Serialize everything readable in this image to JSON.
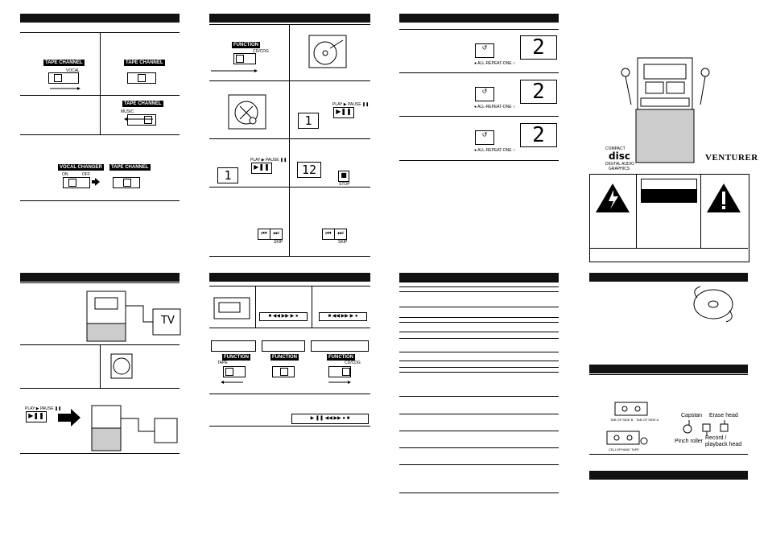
{
  "labels": {
    "tape_channel": "TAPE CHANNEL",
    "vocal": "VOCAL",
    "music": "MUSIC",
    "vocal_changer": "VOCAL CHANGER",
    "on": "ON",
    "off": "OFF",
    "function": "FUNCTION",
    "cd_cdg": "CD/CDG",
    "tape": "TAPE",
    "play_pause": "PLAY ▶ PAUSE ❚❚",
    "stop": "STOP",
    "skip": "SKIP",
    "all_repeat_one": "● ALL-REPEAT-ONE ○",
    "tv": "TV",
    "brand": "VENTURER",
    "disc_logo_1": "COMPACT",
    "disc_logo_2": "DIGITAL AUDIO",
    "disc_logo_3": "GRAPHICS",
    "capstan": "Capstan",
    "erase_head": "Erase head",
    "pinch_roller": "Pinch roller",
    "record_playback_head": "Record /\nplayback head",
    "tab_side_b": "TAB OF SIDE B",
    "tab_side_a": "TAB OF SIDE A",
    "cellophane_tape": "CELLOPHANE TAPE"
  },
  "displays": {
    "track_1a": "1",
    "track_1b": "1",
    "track_12": "12",
    "repeat_1": "2",
    "repeat_2": "2",
    "repeat_3": "2"
  },
  "colors": {
    "bar": "#111111",
    "line": "#000000",
    "paper": "#ffffff"
  }
}
